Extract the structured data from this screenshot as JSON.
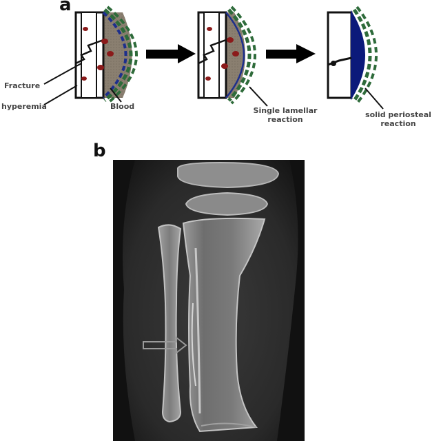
{
  "panel_a": {
    "letter": "a",
    "labels": {
      "fracture": "Fracture",
      "hyperemia": "hyperemia",
      "blood": "Blood",
      "single_lamellar_line1": "Single lamellar",
      "single_lamellar_line2": "reaction",
      "solid_periosteal_line1": "solid periosteal",
      "solid_periosteal_line2": "reaction"
    },
    "colors": {
      "bone_fill": "#ffffff",
      "outline": "#111111",
      "subperiosteal_fill": "#8a7f70",
      "hemorrhage_spot": "#8b1a1a",
      "periosteum_dashed_green": "#2e6b3a",
      "periosteum_dashed_blue": "#1d2f8c",
      "solid_new_bone": "#0b1a7a",
      "arrow": "#000000"
    }
  },
  "panel_b": {
    "letter": "b"
  }
}
